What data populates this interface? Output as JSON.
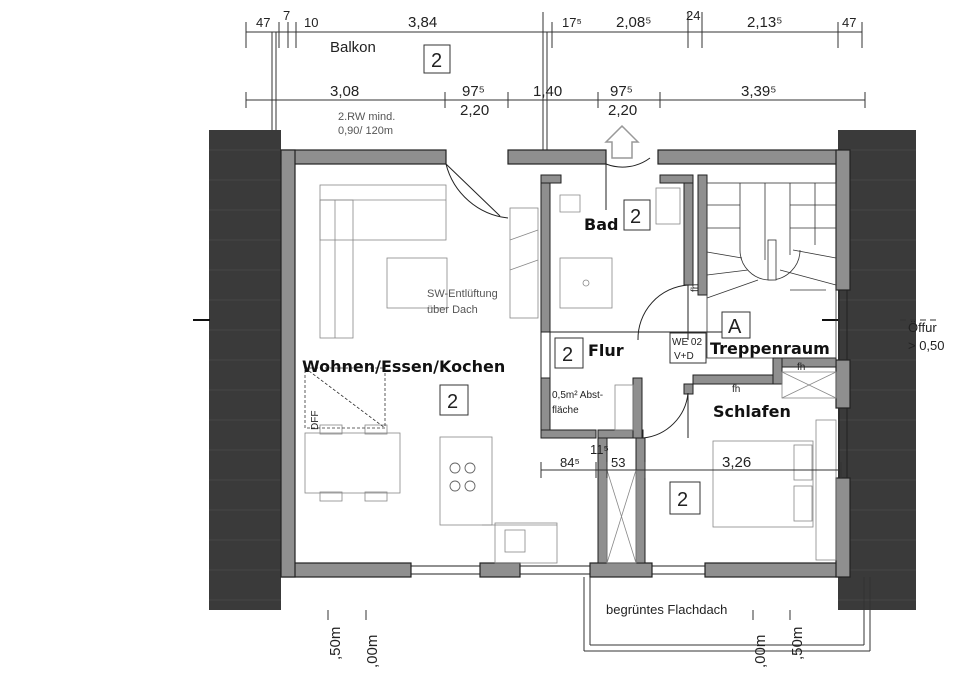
{
  "dims_top": {
    "d1": "47",
    "d2": "7",
    "d3": "10",
    "d4": "3,84",
    "d5": "17⁵",
    "d6": "2,08⁵",
    "d7": "24",
    "d8": "2,13⁵",
    "d9": "47"
  },
  "dims_second": {
    "d1": "3,08",
    "d2": "97⁵",
    "d3": "2,20",
    "d4": "1,40",
    "d5": "97⁵",
    "d6": "2,20",
    "d7": "3,39⁵"
  },
  "balcony": {
    "label": "Balkon",
    "number": "2"
  },
  "escape_note": {
    "line1": "2.RW mind.",
    "line2": "0,90/ 120m"
  },
  "vent_note": {
    "line1": "SW-Entlüftung",
    "line2": "über Dach"
  },
  "rooms": {
    "living": {
      "label": "Wohnen/Essen/Kochen",
      "number": "2"
    },
    "bath": {
      "label": "Bad",
      "number": "2"
    },
    "hall": {
      "label": "Flur",
      "number": "2"
    },
    "stairs": {
      "label": "Treppenraum",
      "number": "A"
    },
    "bedroom": {
      "label": "Schlafen",
      "number": "2"
    }
  },
  "unit_tag": {
    "line1": "WE 02",
    "line2": "V+D"
  },
  "storage_note": {
    "line1": "0,5m² Abst-",
    "line2": "fläche"
  },
  "dims_inner": {
    "d1": "84⁵",
    "d2": "11⁵",
    "d3": "53",
    "d4": "3,26"
  },
  "opening_note": {
    "line1": "Öffur",
    "line2": "> 0,50"
  },
  "roof": {
    "label": "begrüntes Flachdach"
  },
  "dims_bottom": {
    "d1": ",50m",
    "d2": ",00m",
    "d3": ",00m",
    "d4": ",50m"
  },
  "markers": {
    "dff": "DFF",
    "fh": "fh"
  }
}
